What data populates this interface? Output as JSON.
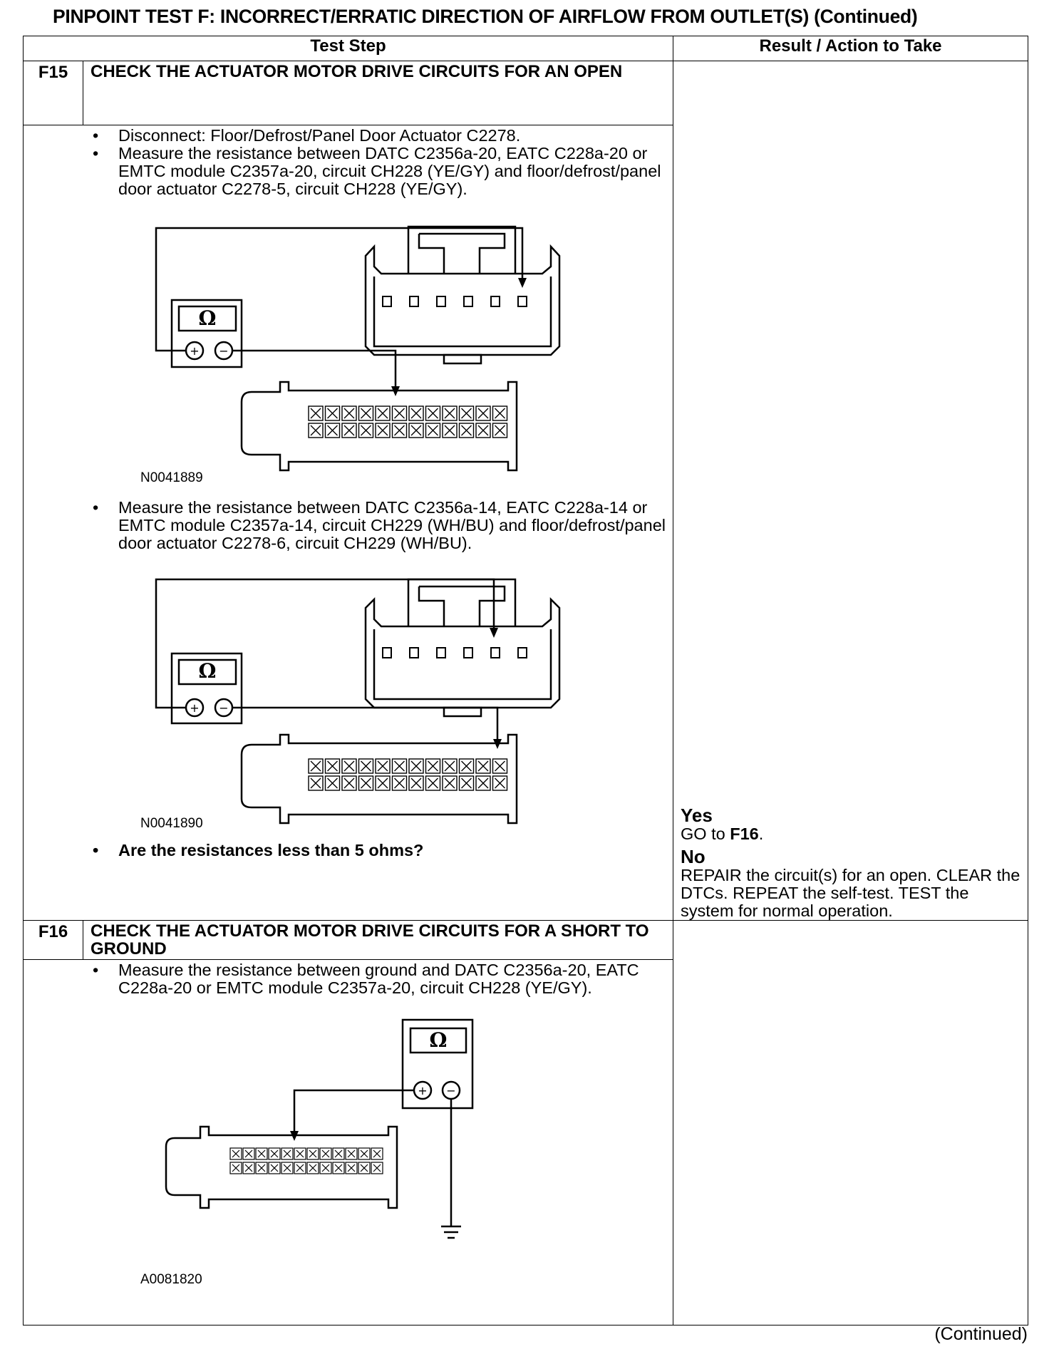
{
  "page_title": "PINPOINT TEST  F: INCORRECT/ERRATIC DIRECTION OF AIRFLOW FROM OUTLET(S) (Continued)",
  "table_headers": {
    "step": "Test Step",
    "result": "Result / Action to Take"
  },
  "steps": [
    {
      "id": "F15",
      "title": "CHECK THE ACTUATOR MOTOR DRIVE CIRCUITS FOR AN OPEN",
      "bullets": [
        "Disconnect: Floor/Defrost/Panel Door Actuator C2278.",
        "Measure the resistance between DATC C2356a-20, EATC C228a-20 or EMTC module C2357a-20, circuit CH228 (YE/GY) and floor/defrost/panel door actuator  C2278-5, circuit CH228 (YE/GY).",
        "Measure the resistance between DATC C2356a-14, EATC C228a-14 or EMTC module C2357a-14, circuit CH229 (WH/BU) and floor/defrost/panel door actuator  C2278-6, circuit CH229 (WH/BU).",
        "Are the resistances less than 5 ohms?"
      ],
      "figures": [
        "N0041889",
        "N0041890"
      ],
      "result": {
        "yes_label": "Yes",
        "yes_action_prefix": "GO to ",
        "yes_action_target": "F16",
        "yes_action_suffix": ".",
        "no_label": "No",
        "no_action": "REPAIR the circuit(s) for an open. CLEAR the DTCs. REPEAT the self-test. TEST the system for normal operation."
      }
    },
    {
      "id": "F16",
      "title": "CHECK THE ACTUATOR MOTOR DRIVE CIRCUITS FOR A SHORT TO GROUND",
      "bullets": [
        "Measure the resistance between ground and DATC C2356a-20, EATC C228a-20 or EMTC module C2357a-20, circuit CH228 (YE/GY)."
      ],
      "figures": [
        "A0081820"
      ]
    }
  ],
  "meter_symbol": "Ω",
  "meter_plus": "+",
  "meter_minus": "−",
  "footer": "(Continued)"
}
